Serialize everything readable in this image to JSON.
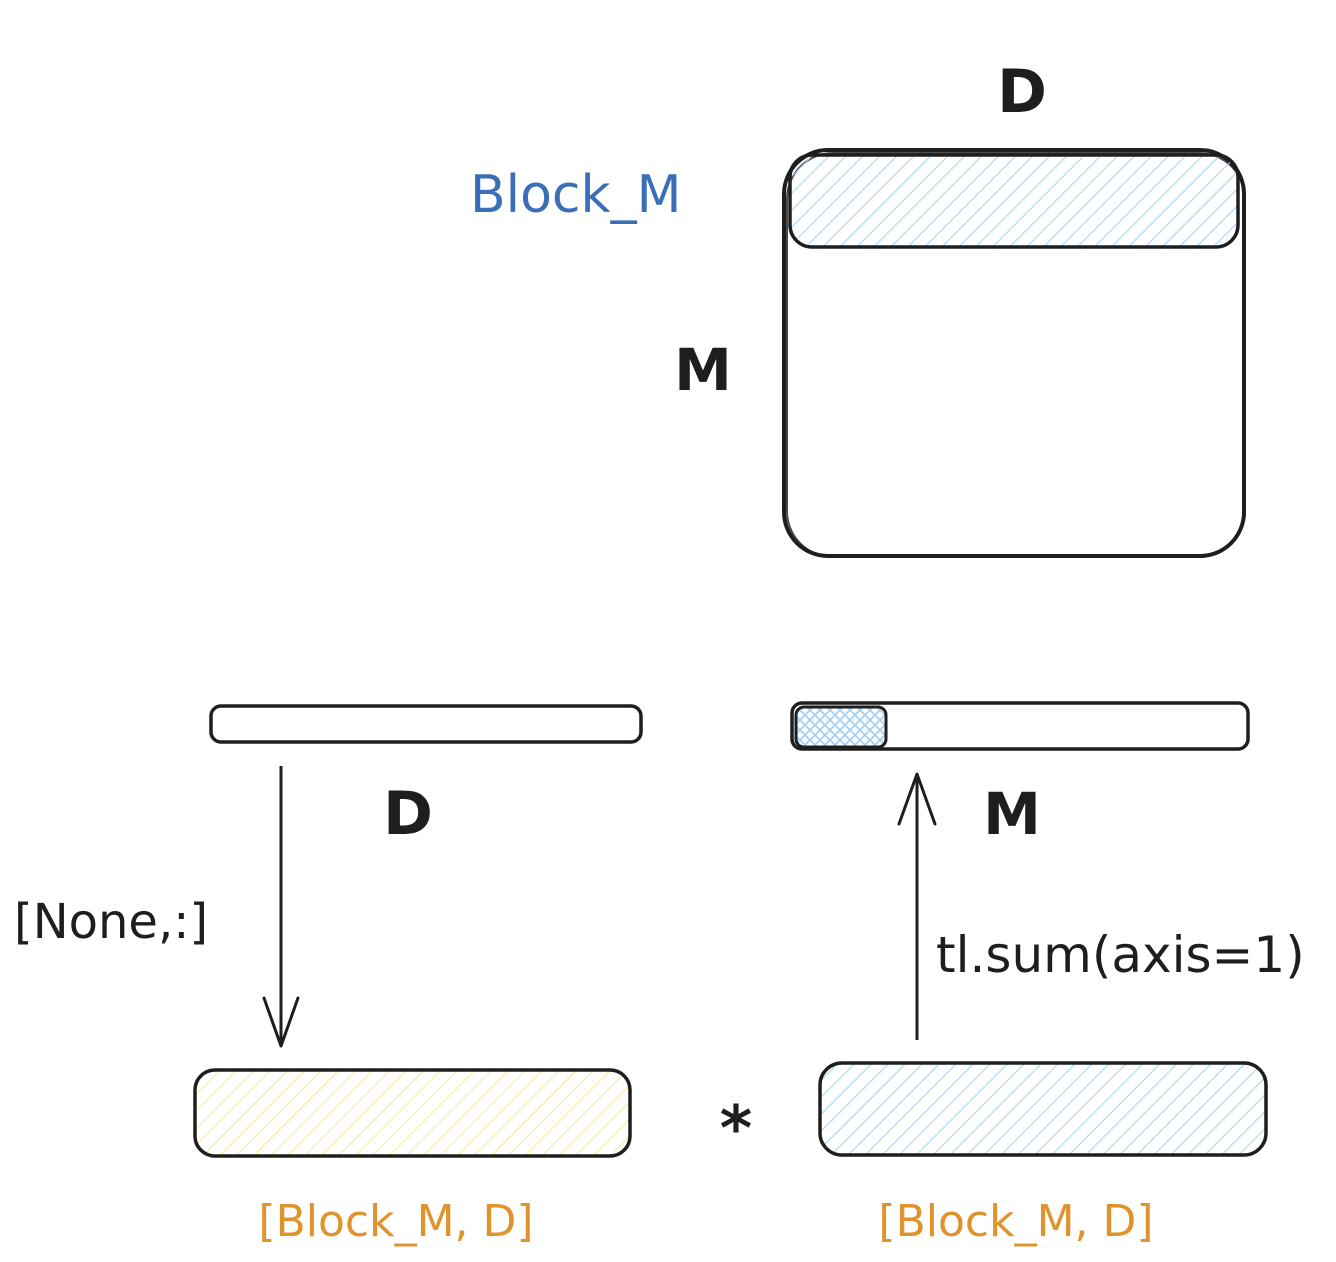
{
  "colors": {
    "stroke": "#1e1e1e",
    "blue_text": "#3a6fb8",
    "orange_text": "#e0932c",
    "blue_fill": "#a5d0f5",
    "yellow_fill": "#fbe896"
  },
  "labels": {
    "matrix_top_d": "D",
    "block_m": "Block_M",
    "matrix_side_m": "M",
    "vec_left_d": "D",
    "vec_right_m": "M",
    "none_slice": "[None,:]",
    "sum_op": "tl.sum(axis=1)",
    "multiply": "*",
    "shape_left": "[Block_M, D]",
    "shape_right": "[Block_M, D]"
  }
}
